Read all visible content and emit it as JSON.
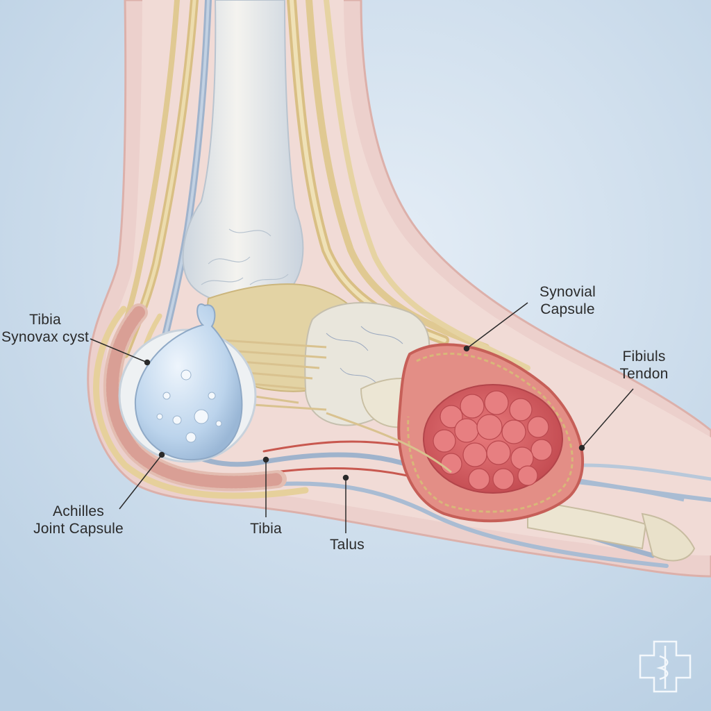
{
  "labels": {
    "tibia_cyst": {
      "line1": "Tibia",
      "line2": "Synovax cyst"
    },
    "achilles": {
      "line1": "Achilles",
      "line2": "Joint Capsule"
    },
    "tibia_lower": "Tibia",
    "talus": "Talus",
    "synovial": {
      "line1": "Synovial",
      "line2": "Capsule"
    },
    "fibiuls": {
      "line1": "Fibiuls",
      "line2": "Tendon"
    }
  },
  "colors": {
    "background": "#c9dcec",
    "skin": "#ecd0cc",
    "bone": "#e6e2cf",
    "tendon": "#e4cf9a",
    "cyst": "#cfe0f2",
    "mass": "#d85a5e",
    "vessel": "#9fb3cc"
  },
  "icons": {
    "logo": "medical-caduceus-cross-icon"
  }
}
